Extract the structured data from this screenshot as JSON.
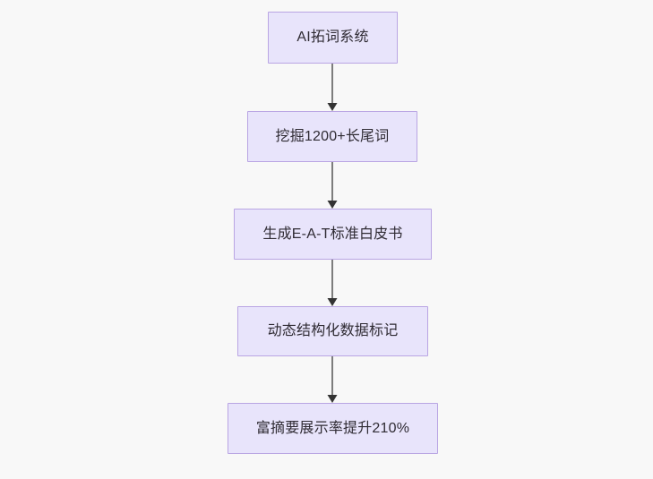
{
  "diagram": {
    "type": "flowchart",
    "direction": "top-to-bottom",
    "background_color": "#f8f8f8",
    "node_fill_color": "#e8e4fb",
    "node_border_color": "#b9a5e3",
    "node_text_color": "#2f2b33",
    "edge_color": "#7d7d7d",
    "arrowhead_color": "#333333",
    "nodes": [
      {
        "id": "n1",
        "label": "AI拓词系统"
      },
      {
        "id": "n2",
        "label": "挖掘1200+长尾词"
      },
      {
        "id": "n3",
        "label": "生成E-A-T标准白皮书"
      },
      {
        "id": "n4",
        "label": "动态结构化数据标记"
      },
      {
        "id": "n5",
        "label": "富摘要展示率提升210%"
      }
    ],
    "edges": [
      {
        "from": "n1",
        "to": "n2",
        "label": ""
      },
      {
        "from": "n2",
        "to": "n3",
        "label": ""
      },
      {
        "from": "n3",
        "to": "n4",
        "label": ""
      },
      {
        "from": "n4",
        "to": "n5",
        "label": ""
      }
    ]
  }
}
